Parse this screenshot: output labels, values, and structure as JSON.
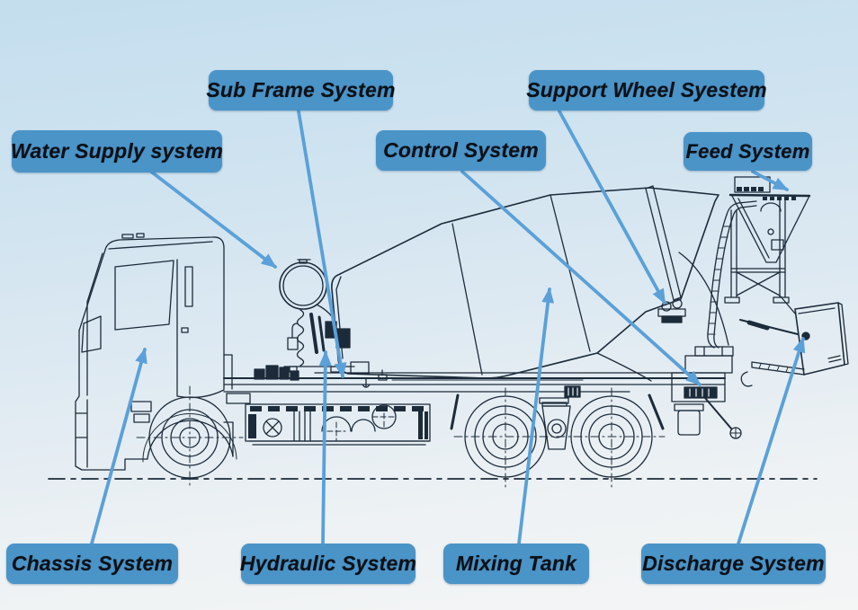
{
  "diagram": {
    "subject": "Concrete mixer truck systems diagram",
    "labels": {
      "sub_frame": "Sub Frame System",
      "support_wheel": "Support Wheel Syestem",
      "water_supply": "Water Supply system",
      "control": "Control System",
      "feed": "Feed System",
      "chassis": "Chassis System",
      "hydraulic": "Hydraulic System",
      "mixing_tank": "Mixing Tank",
      "discharge": "Discharge System"
    },
    "colors": {
      "label_background": "#4b94c8",
      "arrow": "#5ba0d8",
      "drawing_line": "#1c2b3a",
      "background_top": "#c4deee",
      "background_bottom": "#f4f5f5"
    }
  }
}
